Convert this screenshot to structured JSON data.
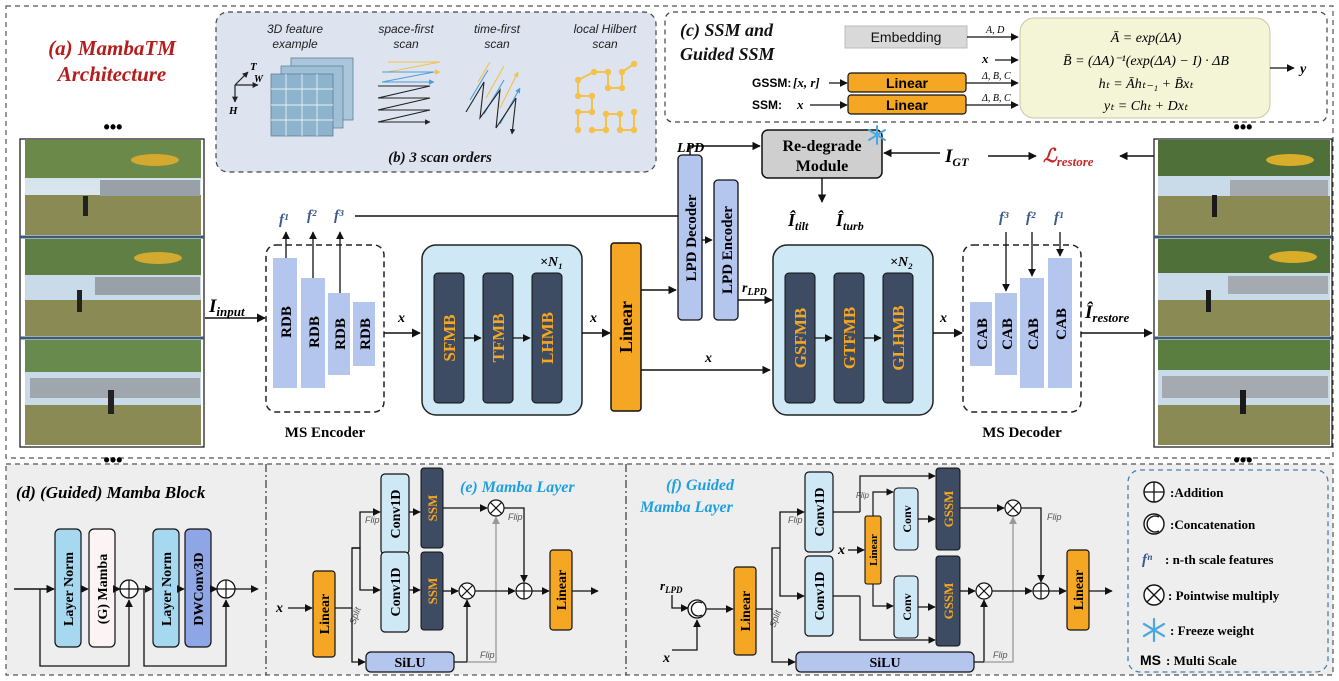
{
  "panel_a": {
    "title_line1": "(a) MambaTM",
    "title_line2": "Architecture"
  },
  "panel_b": {
    "title": "(b) 3 scan orders",
    "items": [
      {
        "line1": "3D feature",
        "line2": "example"
      },
      {
        "line1": "space-first",
        "line2": "scan"
      },
      {
        "line1": "time-first",
        "line2": "scan"
      },
      {
        "line1": "local Hilbert",
        "line2": "scan"
      }
    ],
    "axes": {
      "t": "T",
      "w": "W",
      "h": "H"
    }
  },
  "panel_c": {
    "title_line1": "(c) SSM and",
    "title_line2": "Guided SSM",
    "embedding": "Embedding",
    "gssm_label": "GSSM:",
    "gssm_input": "[x, r]",
    "ssm_label": "SSM:",
    "ssm_input": "x",
    "linear": "Linear",
    "params_ad": "A, D",
    "params_bc": "Δ, B, C",
    "x": "x",
    "eq1": "Ā = exp(ΔA)",
    "eq2": "B̄ = (ΔA)⁻¹(exp(ΔA) − I) · ΔB",
    "eq3": "hₜ = Āhₜ₋₁ + B̄xₜ",
    "eq4": "yₜ = Chₜ + Dxₜ",
    "out": "y"
  },
  "main": {
    "dots": "•••",
    "i_input": "I",
    "i_input_sub": "input",
    "encoder_blocks": [
      "RDB",
      "RDB",
      "RDB",
      "RDB"
    ],
    "encoder_label": "MS Encoder",
    "f1": "f¹",
    "f2": "f²",
    "f3": "f³",
    "x": "x",
    "n1": "×N₁",
    "n2": "×N₂",
    "mamba_blocks": [
      "SFMB",
      "TFMB",
      "LHMB"
    ],
    "linear": "Linear",
    "lpd": "LPD",
    "lpd_decoder": "LPD Decoder",
    "lpd_encoder": "LPD Encoder",
    "r_lpd": "r",
    "r_lpd_sub": "LPD",
    "redegrade_line1": "Re-degrade",
    "redegrade_line2": "Module",
    "i_gt": "I",
    "i_gt_sub": "GT",
    "loss": "ℒ",
    "loss_sub": "restore",
    "tilt": "Î",
    "tilt_sub": "tilt",
    "turb": "Î",
    "turb_sub": "turb",
    "guided_blocks": [
      "GSFMB",
      "GTFMB",
      "GLHMB"
    ],
    "decoder_blocks": [
      "CAB",
      "CAB",
      "CAB",
      "CAB"
    ],
    "decoder_label": "MS Decoder",
    "i_restore": "Î",
    "i_restore_sub": "restore"
  },
  "panel_d": {
    "title": "(d) (Guided) Mamba Block",
    "blocks": [
      "Layer Norm",
      "(G) Mamba",
      "Layer Norm",
      "DWConv3D"
    ]
  },
  "panel_e": {
    "title": "(e) Mamba Layer",
    "x": "x",
    "linear": "Linear",
    "split": "Split",
    "flip": "Flip",
    "conv1d": "Conv1D",
    "ssm": "SSM",
    "silu": "SiLU",
    "linear_out": "Linear"
  },
  "panel_f": {
    "title_line1": "(f) Guided",
    "title_line2": "Mamba Layer",
    "r_lpd": "r",
    "r_lpd_sub": "LPD",
    "x": "x",
    "linear": "Linear",
    "split": "Split",
    "flip": "Flip",
    "conv1d": "Conv1D",
    "conv": "Conv",
    "gssm": "GSSM",
    "silu": "SiLU",
    "linear_out": "Linear"
  },
  "legend": {
    "addition": ":Addition",
    "concatenation": ":Concatenation",
    "fn_symbol": "fⁿ",
    "fn_text": ": n-th scale features",
    "pointwise": ": Pointwise multiply",
    "freeze": ": Freeze weight",
    "ms_symbol": "MS",
    "ms_text": ": Multi Scale"
  },
  "colors": {
    "light_blue": "#b5c6ee",
    "mid_blue": "#8ea6e6",
    "pale_cyan": "#cfe8f6",
    "dark_slate": "#3d4c63",
    "orange": "#f5a623",
    "red_title": "#b71c1c",
    "cyan_title": "#1ea0e0",
    "eq_bg": "#f4f4d6",
    "panel_bg": "#eeeeee"
  }
}
